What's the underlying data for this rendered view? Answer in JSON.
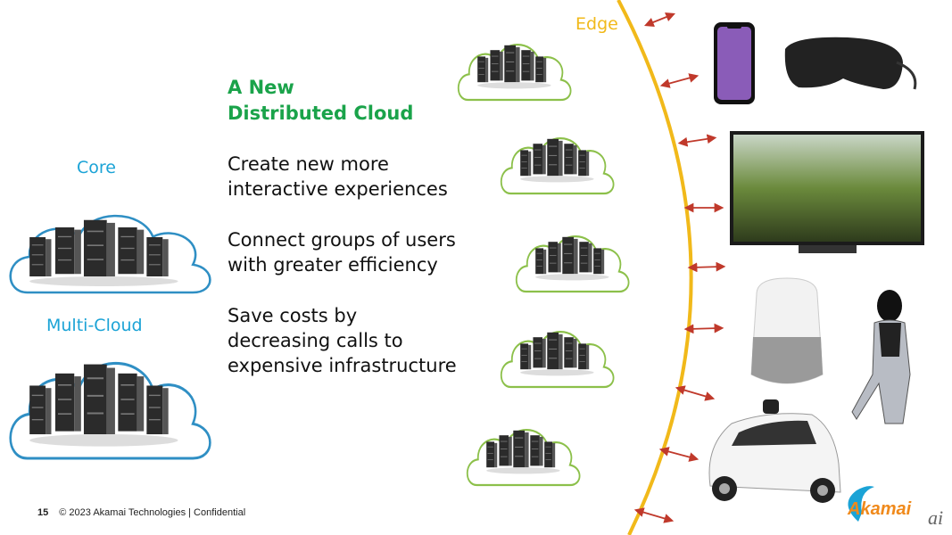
{
  "slide": {
    "title_line1": "A New",
    "title_line2": "Distributed Cloud",
    "bullets": [
      {
        "line1": "Create new more",
        "line2": "interactive experiences"
      },
      {
        "line1": "Connect groups of users",
        "line2": "with greater efficiency"
      },
      {
        "line1": "Save costs by",
        "line2": "decreasing calls to",
        "line3": "expensive infrastructure"
      }
    ],
    "core_label": "Core",
    "multicloud_label": "Multi-Cloud",
    "edge_label": "Edge"
  },
  "footer": {
    "page_number": "15",
    "copyright": "© 2023 Akamai Technologies | Confidential"
  },
  "brand": {
    "logo_text": "Akamai",
    "watermark": "ai"
  },
  "colors": {
    "green": "#1aa34a",
    "blue": "#1ba3d6",
    "edge": "#f1b91a",
    "arrow": "#c0392b",
    "edge_cloud": "#8cc04a",
    "core_cloud": "#2f8fc4"
  }
}
